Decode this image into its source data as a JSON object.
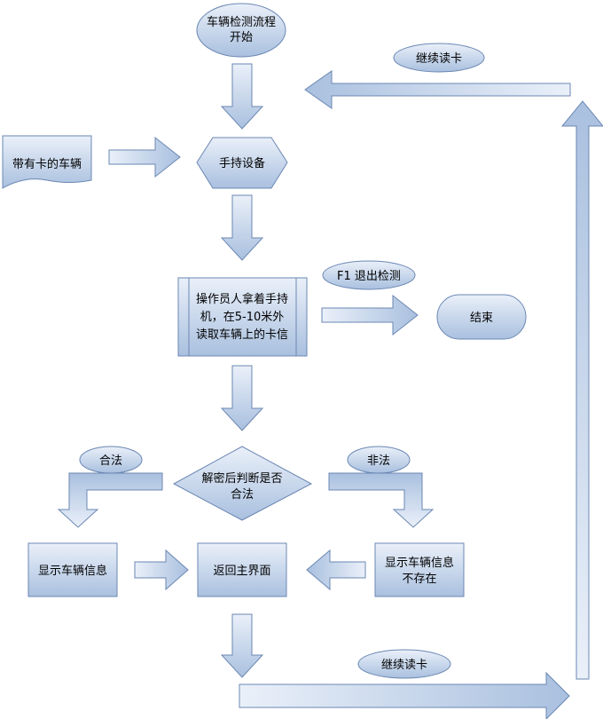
{
  "nodes": {
    "start": [
      "车辆检测流程",
      "开始"
    ],
    "vehicle": "带有卡的车辆",
    "handheld": "手持设备",
    "process": [
      "操作员人拿着手持",
      "机，在5-10米外",
      "读取车辆上的卡信"
    ],
    "end": "结束",
    "decision": [
      "解密后判断是否",
      "合法"
    ],
    "show_info": "显示车辆信息",
    "return_main": "返回主界面",
    "no_info": [
      "显示车辆信息",
      "不存在"
    ]
  },
  "labels": {
    "continue_top": "继续读卡",
    "exit_f1": "F1 退出检测",
    "legal": "合法",
    "illegal": "非法",
    "continue_bottom": "继续读卡"
  },
  "colors": {
    "fill_light": "#e4ecf7",
    "fill_dark": "#a9c0df",
    "stroke": "#6b87b3",
    "text": "#000000"
  }
}
